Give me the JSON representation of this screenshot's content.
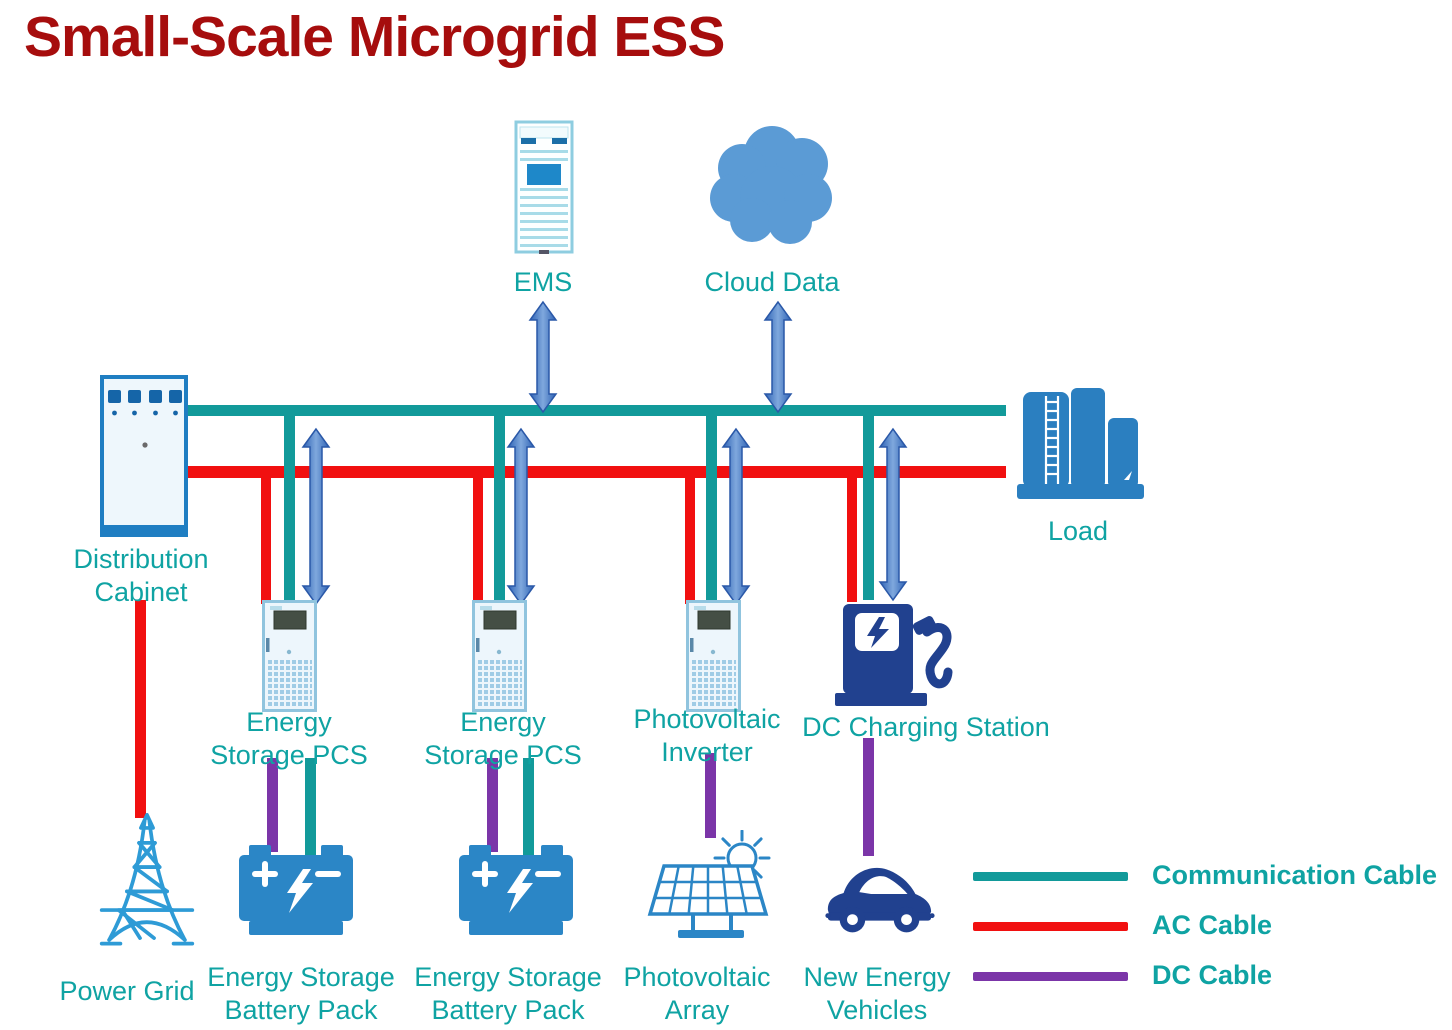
{
  "title": "Small-Scale Microgrid ESS",
  "colors": {
    "title": "#a60d0d",
    "label": "#0fa3a3",
    "communication": "#129a9a",
    "ac": "#f11010",
    "dc": "#7b35a8",
    "arrow_blue": "#3b73cb",
    "icon_blue": "#2b86c6",
    "icon_light_blue": "#eef6fb",
    "navy": "#21418f",
    "cloud_blue": "#5b9bd5"
  },
  "nodes": {
    "ems": {
      "label": "EMS",
      "icon": "server-rack-icon"
    },
    "cloud_data": {
      "label": "Cloud Data",
      "icon": "cloud-icon"
    },
    "distribution_cabinet": {
      "label": "Distribution\nCabinet",
      "icon": "distribution-cabinet-icon"
    },
    "load": {
      "label": "Load",
      "icon": "factory-buildings-icon"
    },
    "energy_storage_pcs_1": {
      "label": "Energy\nStorage PCS",
      "icon": "pcs-cabinet-icon"
    },
    "energy_storage_pcs_2": {
      "label": "Energy\nStorage PCS",
      "icon": "pcs-cabinet-icon"
    },
    "photovoltaic_inverter": {
      "label": "Photovoltaic\nInverter",
      "icon": "pcs-cabinet-icon"
    },
    "dc_charging_station": {
      "label": "DC Charging Station",
      "icon": "ev-charger-icon"
    },
    "power_grid": {
      "label": "Power Grid",
      "icon": "transmission-tower-icon"
    },
    "battery_pack_1": {
      "label": "Energy Storage\nBattery Pack",
      "icon": "battery-icon"
    },
    "battery_pack_2": {
      "label": "Energy Storage\nBattery Pack",
      "icon": "battery-icon"
    },
    "photovoltaic_array": {
      "label": "Photovoltaic\nArray",
      "icon": "solar-panel-sun-icon"
    },
    "new_energy_vehicles": {
      "label": "New Energy\nVehicles",
      "icon": "electric-car-icon"
    }
  },
  "legend": {
    "items": [
      {
        "label": "Communication Cable",
        "color": "#129a9a"
      },
      {
        "label": "AC Cable",
        "color": "#f11010"
      },
      {
        "label": "DC Cable",
        "color": "#7b35a8"
      }
    ]
  }
}
